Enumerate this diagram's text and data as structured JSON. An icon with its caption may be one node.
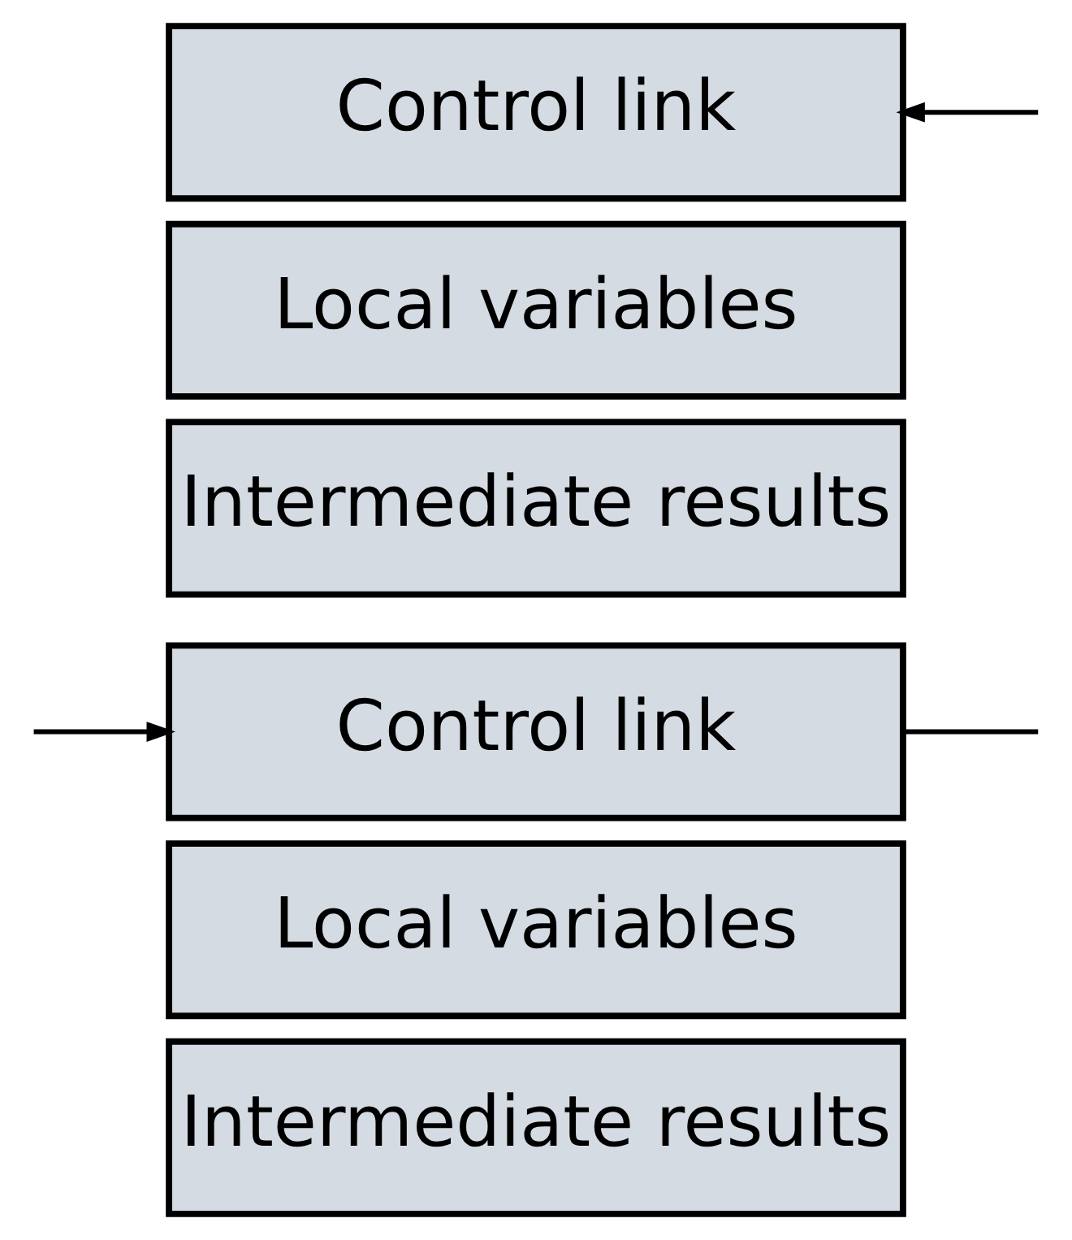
{
  "diagram": {
    "nodes": [
      {
        "text": [
          "Control link"
        ]
      },
      {
        "text": [
          "Local variables"
        ]
      },
      {
        "text": [
          "Intermediate results"
        ]
      },
      {
        "text": [
          "Control link"
        ]
      },
      {
        "text": [
          "Local variables"
        ]
      },
      {
        "text": [
          "Intermediate results"
        ]
      }
    ],
    "edges": [
      {
        "from": null,
        "to": 0,
        "arrow": "to"
      },
      {
        "from": 3,
        "to": null,
        "arrow": "none"
      },
      {
        "from": null,
        "to": 3,
        "arrow": "to"
      }
    ]
  }
}
